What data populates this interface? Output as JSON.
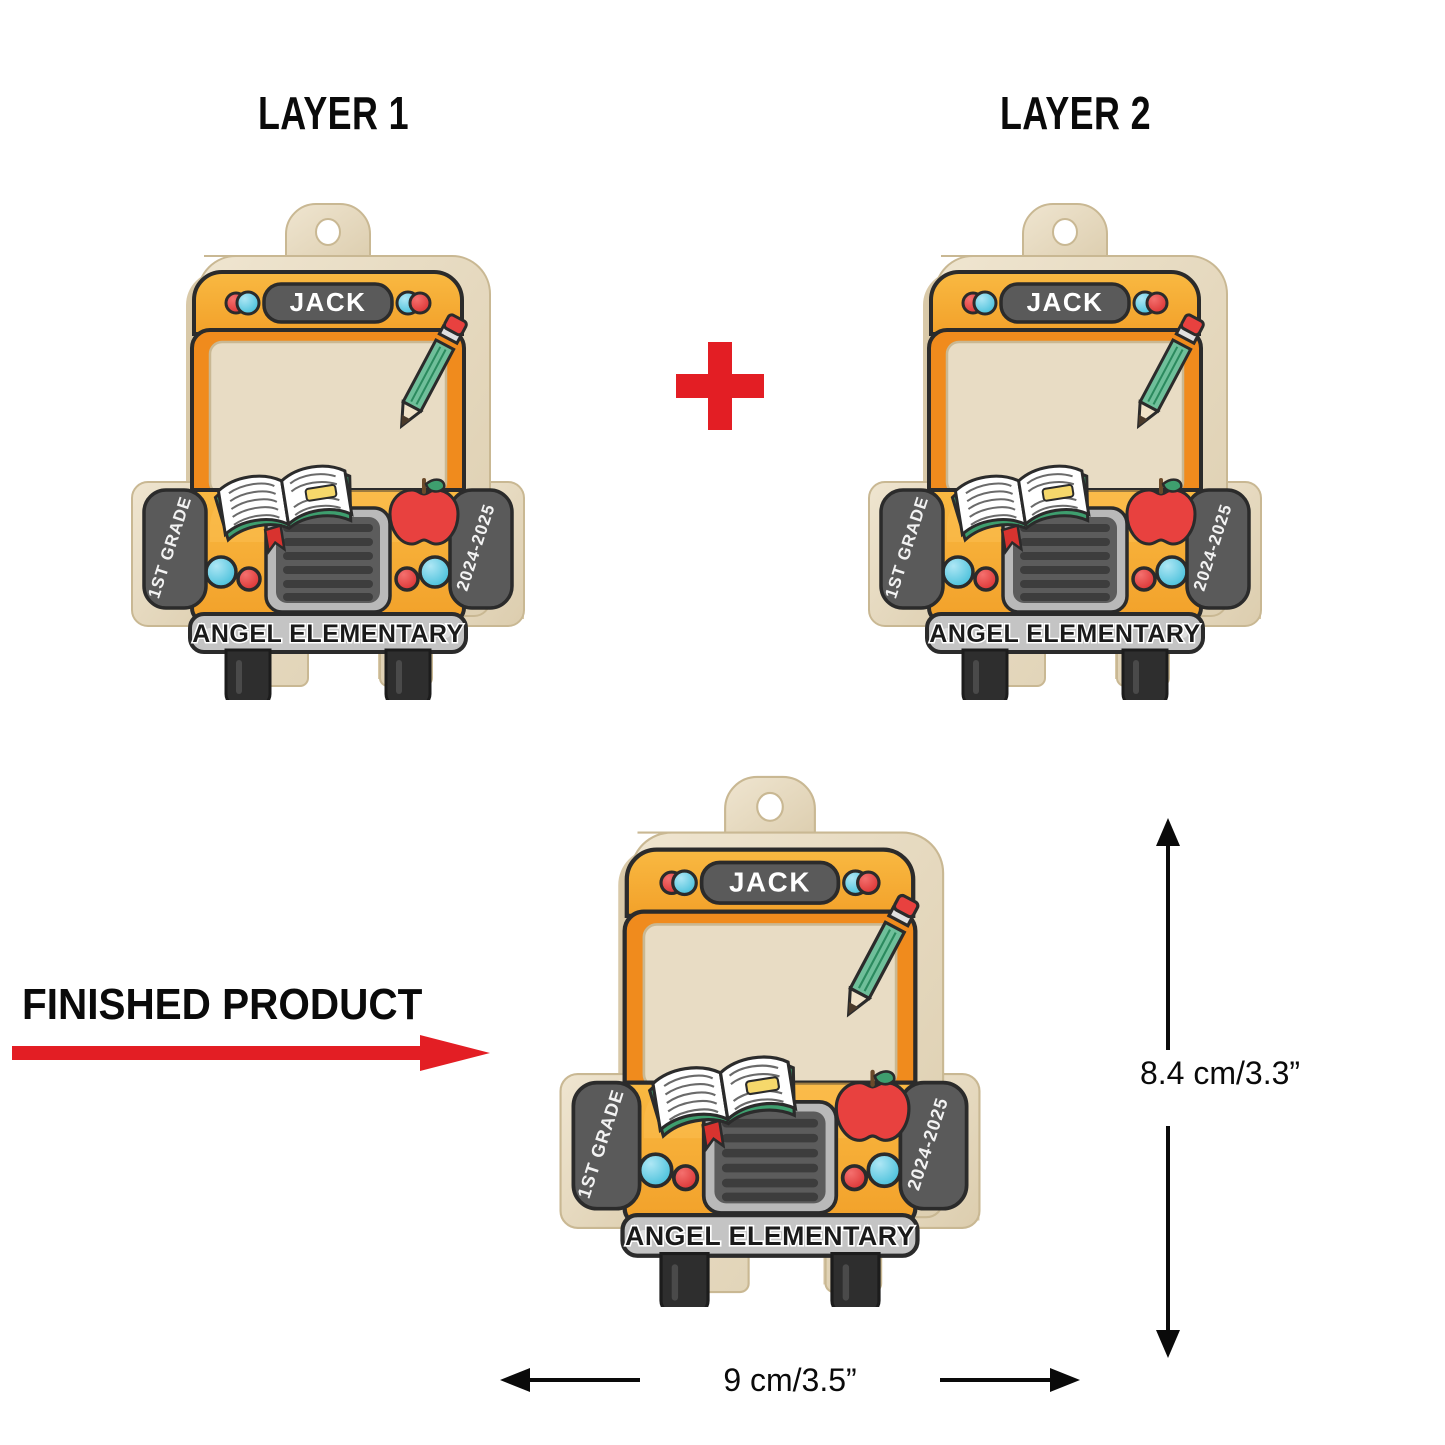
{
  "headings": {
    "layer1": "LAYER 1",
    "layer2": "LAYER 2",
    "finished": "FINISHED PRODUCT"
  },
  "operator": {
    "plus": "+"
  },
  "ornament": {
    "name_plate": "JACK",
    "left_mirror_tag": "1ST GRADE",
    "right_mirror_tag": "2024-2025",
    "bumper_text": "ANGEL ELEMENTARY",
    "icons": [
      "pencil-icon",
      "open-book-icon",
      "apple-icon",
      "hanging-loop-icon",
      "grille-icon",
      "headlight-icon",
      "wheel-icon"
    ]
  },
  "dimensions": {
    "height_label": "8.4 cm/3.3”",
    "width_label": "9 cm/3.5”"
  },
  "colors": {
    "bus_yellow": "#F5A623",
    "bus_yellow_light": "#FBB83E",
    "bus_orange": "#F08B1D",
    "wood": "#E8DCC4",
    "wood_edge": "#D7C7A8",
    "plate_gray": "#5A5A5A",
    "bumper_gray": "#C4C4C4",
    "grille_gray": "#6B6B6B",
    "accent_red": "#E31E24",
    "apple_red": "#E8413F",
    "headlight_blue": "#5CC8E0",
    "pencil_green": "#5DAE8B",
    "tire_black": "#2E2E2E",
    "text_black": "#0A0A0A"
  }
}
